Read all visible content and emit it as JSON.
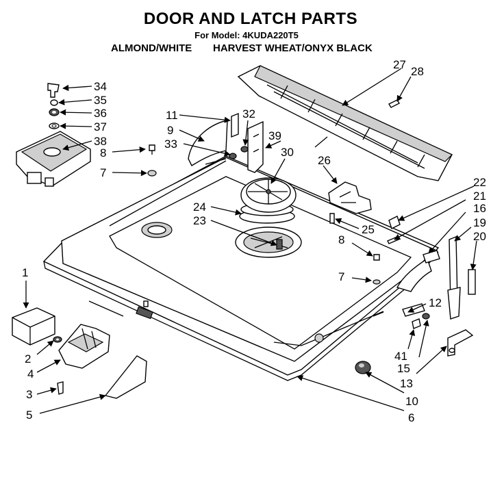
{
  "header": {
    "title": "DOOR AND LATCH PARTS",
    "model_line": "For Model: 4KUDA220T5",
    "colors": [
      "ALMOND/WHITE",
      "HARVEST WHEAT/ONYX BLACK"
    ]
  },
  "callouts": {
    "c1": "1",
    "c2": "2",
    "c3": "3",
    "c4": "4",
    "c5": "5",
    "c6": "6",
    "c7a": "7",
    "c7b": "7",
    "c8a": "8",
    "c8b": "8",
    "c9": "9",
    "c10": "10",
    "c11": "11",
    "c12": "12",
    "c13": "13",
    "c15": "15",
    "c16": "16",
    "c19": "19",
    "c20": "20",
    "c21": "21",
    "c22": "22",
    "c23": "23",
    "c24": "24",
    "c25": "25",
    "c26": "26",
    "c27": "27",
    "c28": "28",
    "c30": "30",
    "c32": "32",
    "c33": "33",
    "c34": "34",
    "c35": "35",
    "c36": "36",
    "c37": "37",
    "c38": "38",
    "c39": "39",
    "c41": "41"
  }
}
